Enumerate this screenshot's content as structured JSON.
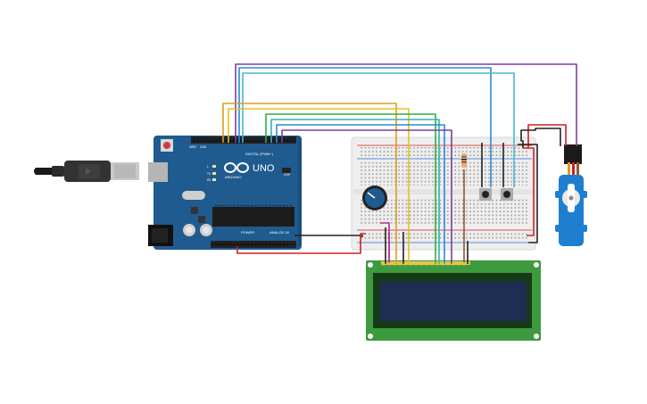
{
  "arduino": {
    "model": "UNO",
    "brand": "ARDUINO",
    "digital_label": "DIGITAL (PWM~)",
    "power_label": "POWER",
    "analog_label": "ANALOG IN",
    "tx_label": "TX",
    "rx_label": "RX",
    "l_label": "L",
    "icsp_label": "ICSP",
    "aref_label": "AREF",
    "gnd_label": "GND"
  },
  "colors": {
    "arduino_blue": "#1f5b8f",
    "breadboard": "#eeeeee",
    "lcd_green": "#3d9a3e",
    "lcd_screen": "#1e2d52",
    "servo_blue": "#1e7fd0",
    "wire_red": "#d22020",
    "wire_black": "#222222",
    "wire_purple": "#7a3fa0",
    "wire_blue": "#2a8ad6",
    "wire_cyan": "#49b6d2",
    "wire_orange": "#e39a1c",
    "wire_yellow": "#e6c21a",
    "wire_green": "#2fae4a",
    "wire_teal": "#34b3a6",
    "wire_brown": "#8c5a2a"
  },
  "components": [
    "usb-cable",
    "arduino-uno",
    "breadboard",
    "potentiometer",
    "resistor",
    "pushbutton-1",
    "pushbutton-2",
    "lcd-16x2",
    "servo-motor"
  ]
}
